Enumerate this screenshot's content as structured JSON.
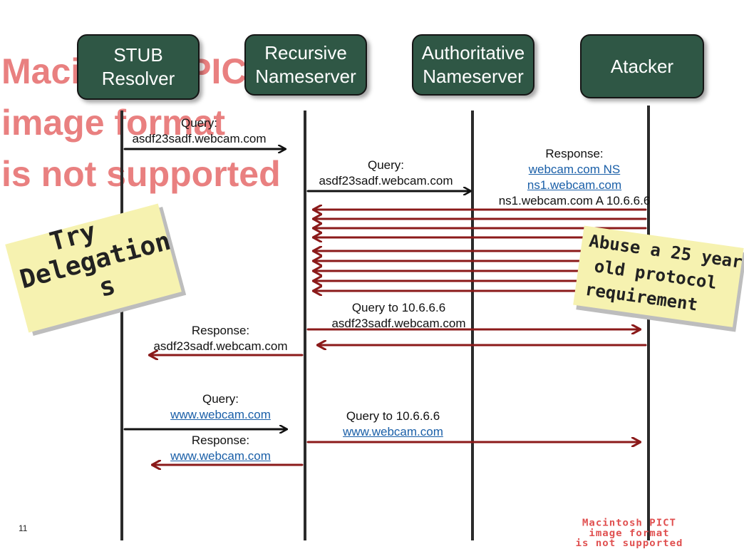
{
  "actors": {
    "stub": "STUB\nResolver",
    "recursive": "Recursive\nNameserver",
    "authoritative": "Authoritative\nNameserver",
    "attacker": "Atacker"
  },
  "messages": {
    "q1_label": "Query:",
    "q1_value": "asdf23sadf.webcam.com",
    "q2_label": "Query:",
    "q2_value": "asdf23sadf.webcam.com",
    "resp_label": "Response:",
    "resp_line1": "webcam.com NS",
    "resp_line2": "ns1.webcam.com",
    "resp_line3": "ns1.webcam.com   A 10.6.6.6",
    "q3_label": "Query to 10.6.6.6",
    "q3_value": "asdf23sadf.webcam.com",
    "r1_label": "Response:",
    "r1_value": "asdf23sadf.webcam.com",
    "q4_label": "Query:",
    "q4_value": "www.webcam.com",
    "r2_label": "Response:",
    "r2_value": "www.webcam.com",
    "q5_label": "Query to 10.6.6.6",
    "q5_value": "www.webcam.com"
  },
  "notes": {
    "left_lines": [
      "Try",
      "Delegation",
      "s"
    ],
    "right_lines": [
      "Abuse a 25 year",
      "old protocol",
      "requirement"
    ]
  },
  "placeholders": {
    "pict_text": "Macintosh PICT\nimage format\nis not supported",
    "pict_small": "Macintosh PICT\nimage format\nis not supported"
  },
  "slide": {
    "page_number": "11"
  },
  "colors": {
    "actor_fill": "#2f5745",
    "black_arrow": "#111111",
    "red_arrow": "#8b1a1a",
    "note_fill": "#f6f2b0"
  }
}
